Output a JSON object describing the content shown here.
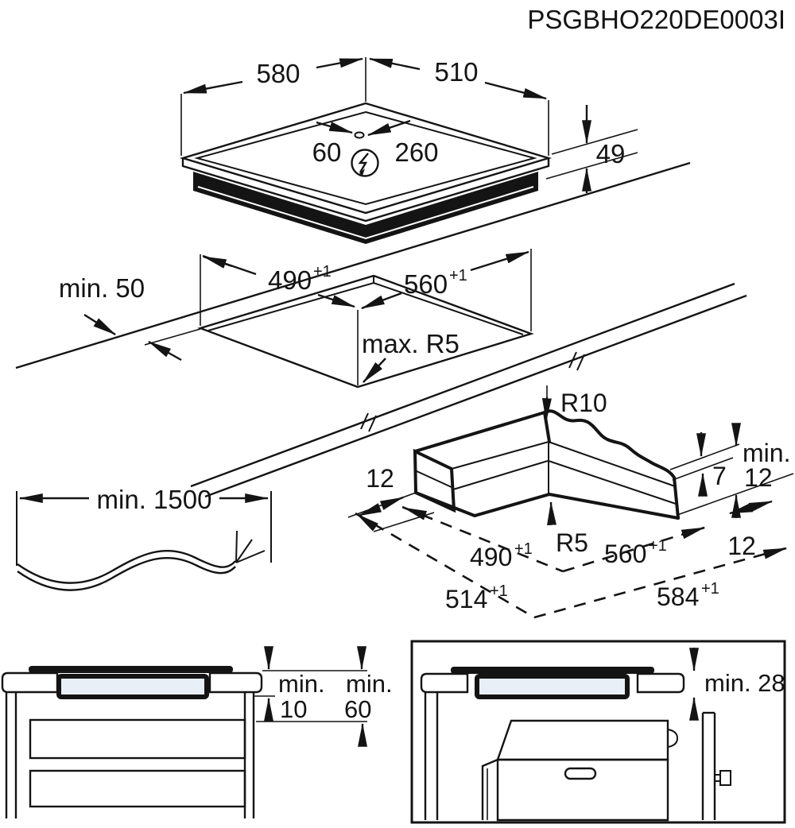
{
  "title": "PSGBHO220DE0003I",
  "top_view": {
    "width": "580",
    "depth": "510",
    "gland_left": "60",
    "gland_right": "260",
    "height": "49"
  },
  "cutout": {
    "wall_clearance": "min. 50",
    "width": "490",
    "depth": "560",
    "tolerance": "+1",
    "corner_radius": "max. R5"
  },
  "corner_detail": {
    "top_radius": "R10",
    "inner_radius": "R5",
    "overhang_left": "12",
    "lip_height": "7",
    "clearance_word": "min.",
    "clearance_value": "12",
    "overhang_right": "12",
    "cutout_width": "490",
    "cutout_depth": "560",
    "outer_width": "514",
    "outer_depth": "584",
    "tolerance": "+1"
  },
  "cable": {
    "length": "min. 1500"
  },
  "cabinet_drawers": {
    "min_word_a": "min.",
    "value_a": "10",
    "min_word_b": "min.",
    "value_b": "60"
  },
  "cabinet_oven": {
    "clearance": "min. 28"
  }
}
